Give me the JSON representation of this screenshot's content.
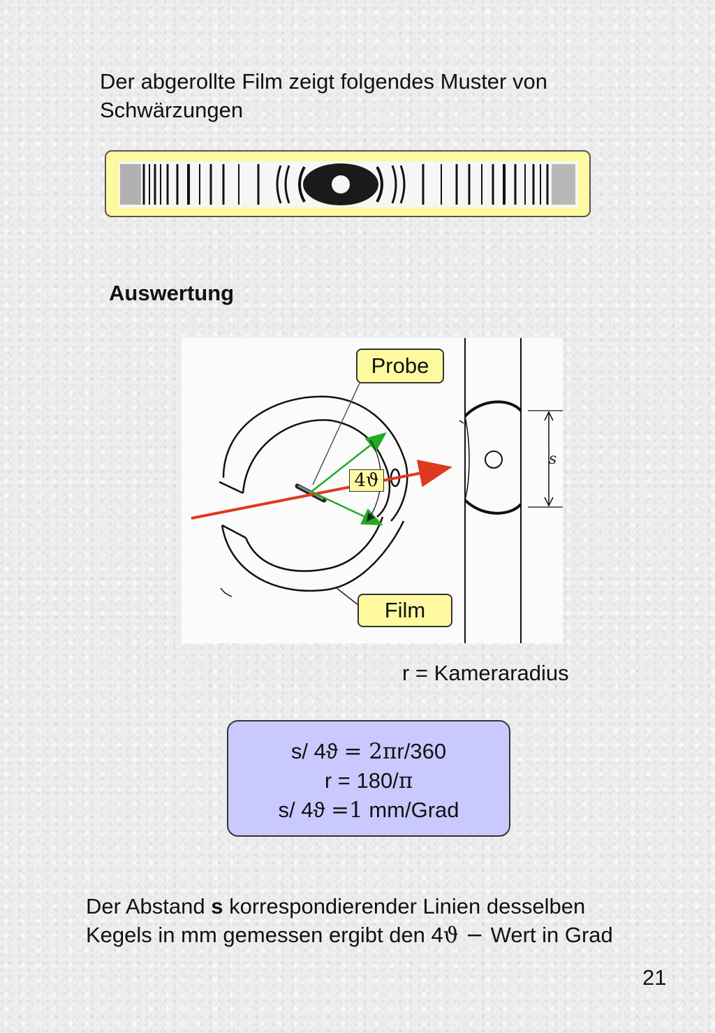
{
  "intro": {
    "line1": "Der abgerollte Film zeigt folgendes Muster von",
    "line2": "Schwärzungen"
  },
  "heading": "Auswertung",
  "diagram": {
    "probe_label": "Probe",
    "film_label": "Film",
    "angle_label": "4ϑ",
    "distance_label": "s"
  },
  "radius_note": "r = Kameraradius",
  "formula": {
    "line1_a": "s/ 4ϑ ",
    "line1_b": "= 2π",
    "line1_c": "r/360",
    "line2_a": "r = 180/",
    "line2_b": "π",
    "line3_a": "s/ 4ϑ ",
    "line3_b": "=1",
    "line3_c": " mm/Grad"
  },
  "conclusion": {
    "part1": "Der Abstand ",
    "bold": "s",
    "part2": " korrespondierender Linien desselben",
    "line2_a": "Kegels in mm gemessen ergibt den 4",
    "line2_b": "ϑ − ",
    "line2_c": "Wert in Grad"
  },
  "page_number": "21",
  "colors": {
    "callout_fill": "#fffaa0",
    "formula_fill": "#c9c9ff",
    "beam": "#e03a1e",
    "diffracted": "#22aa22"
  }
}
